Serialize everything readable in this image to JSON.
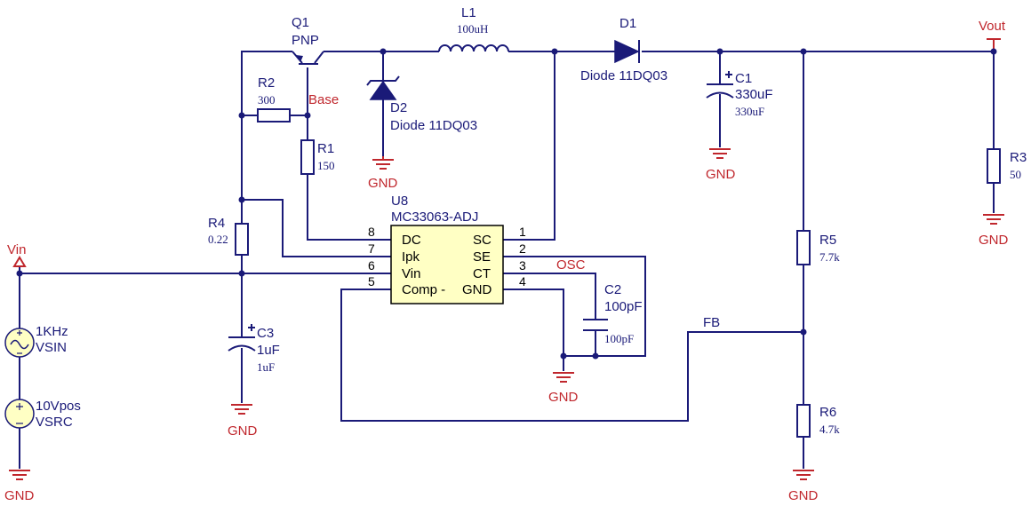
{
  "components": {
    "q1": {
      "ref": "Q1",
      "type": "PNP"
    },
    "l1": {
      "ref": "L1",
      "value": "100uH"
    },
    "d1": {
      "ref": "D1",
      "model": "Diode 11DQ03"
    },
    "d2": {
      "ref": "D2",
      "model": "Diode 11DQ03"
    },
    "c1": {
      "ref": "C1",
      "value1": "330uF",
      "value2": "330uF"
    },
    "c2": {
      "ref": "C2",
      "value1": "100pF",
      "value2": "100pF"
    },
    "c3": {
      "ref": "C3",
      "value1": "1uF",
      "value2": "1uF"
    },
    "r1": {
      "ref": "R1",
      "value": "150"
    },
    "r2": {
      "ref": "R2",
      "value": "300"
    },
    "r3": {
      "ref": "R3",
      "value": "50"
    },
    "r4": {
      "ref": "R4",
      "value": "0.22"
    },
    "r5": {
      "ref": "R5",
      "value": "7.7k"
    },
    "r6": {
      "ref": "R6",
      "value": "4.7k"
    },
    "vsin": {
      "freq": "1KHz",
      "name": "VSIN"
    },
    "vsrc": {
      "value": "10Vpos",
      "name": "VSRC"
    },
    "u8": {
      "ref": "U8",
      "part": "MC33063-ADJ",
      "left_pins": [
        {
          "num": "8",
          "name": "DC"
        },
        {
          "num": "7",
          "name": "Ipk"
        },
        {
          "num": "6",
          "name": "Vin"
        },
        {
          "num": "5",
          "name": "Comp -"
        }
      ],
      "right_pins": [
        {
          "num": "1",
          "name": "SC"
        },
        {
          "num": "2",
          "name": "SE"
        },
        {
          "num": "3",
          "name": "CT"
        },
        {
          "num": "4",
          "name": "GND"
        }
      ]
    }
  },
  "nets": {
    "vin": "Vin",
    "vout": "Vout",
    "base": "Base",
    "osc": "OSC",
    "fb": "FB",
    "gnd": "GND"
  }
}
